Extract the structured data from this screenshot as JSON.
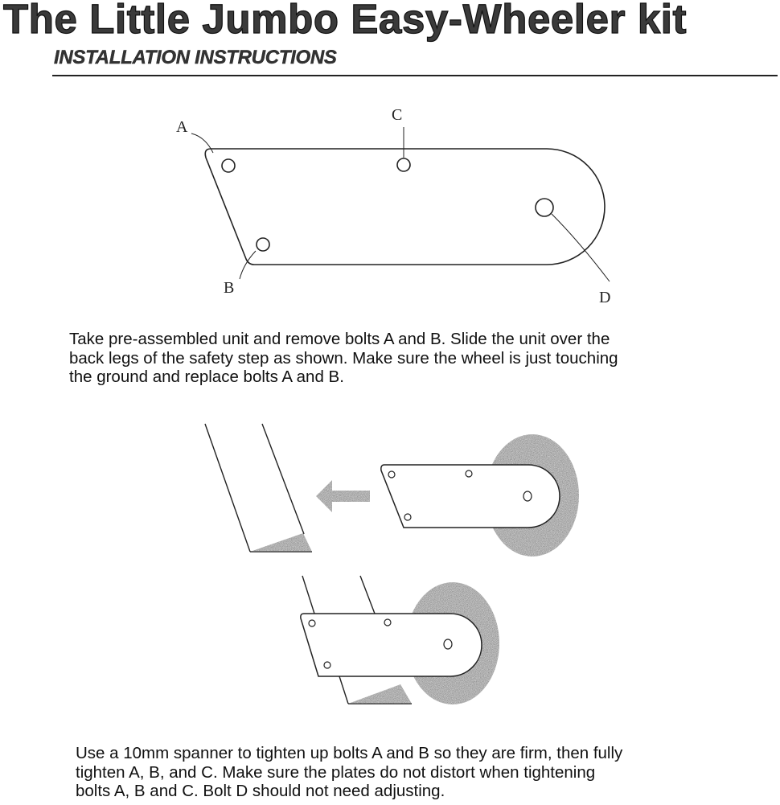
{
  "header": {
    "title": "The Little Jumbo Easy-Wheeler kit",
    "subtitle": "INSTALLATION INSTRUCTIONS"
  },
  "diagram1": {
    "labels": {
      "a": "A",
      "b": "B",
      "c": "C",
      "d": "D"
    }
  },
  "step1": {
    "lines": [
      "Take pre-assembled unit and remove bolts A and B. Slide the unit over the",
      "back legs of the safety step as shown. Make sure the wheel is just touching",
      "the ground and replace bolts A and B."
    ]
  },
  "step2": {
    "lines": [
      "Use a 10mm spanner to tighten up bolts A and B so they are firm, then fully",
      "tighten A, B, and C. Make sure the plates do not distort when tightening",
      "bolts A, B and C. Bolt D should not need adjusting."
    ]
  },
  "colors": {
    "ink": "#1a1a1a",
    "wheel": "#3c3c3c"
  }
}
